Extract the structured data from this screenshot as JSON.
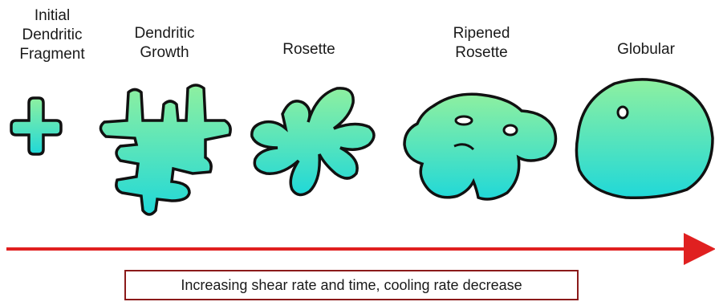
{
  "stages": [
    {
      "label": "Initial\nDendritic\nFragment"
    },
    {
      "label": "Dendritic\nGrowth"
    },
    {
      "label": "Rosette"
    },
    {
      "label": "Ripened\nRosette"
    },
    {
      "label": "Globular"
    }
  ],
  "arrow": {
    "color": "#e02020"
  },
  "caption": {
    "text": "Increasing shear rate and time, cooling rate decrease",
    "border_color": "#8b1a1a"
  },
  "colors": {
    "fill_top": "#8ef0a0",
    "fill_bottom": "#20d8d8",
    "outline": "#111111"
  }
}
